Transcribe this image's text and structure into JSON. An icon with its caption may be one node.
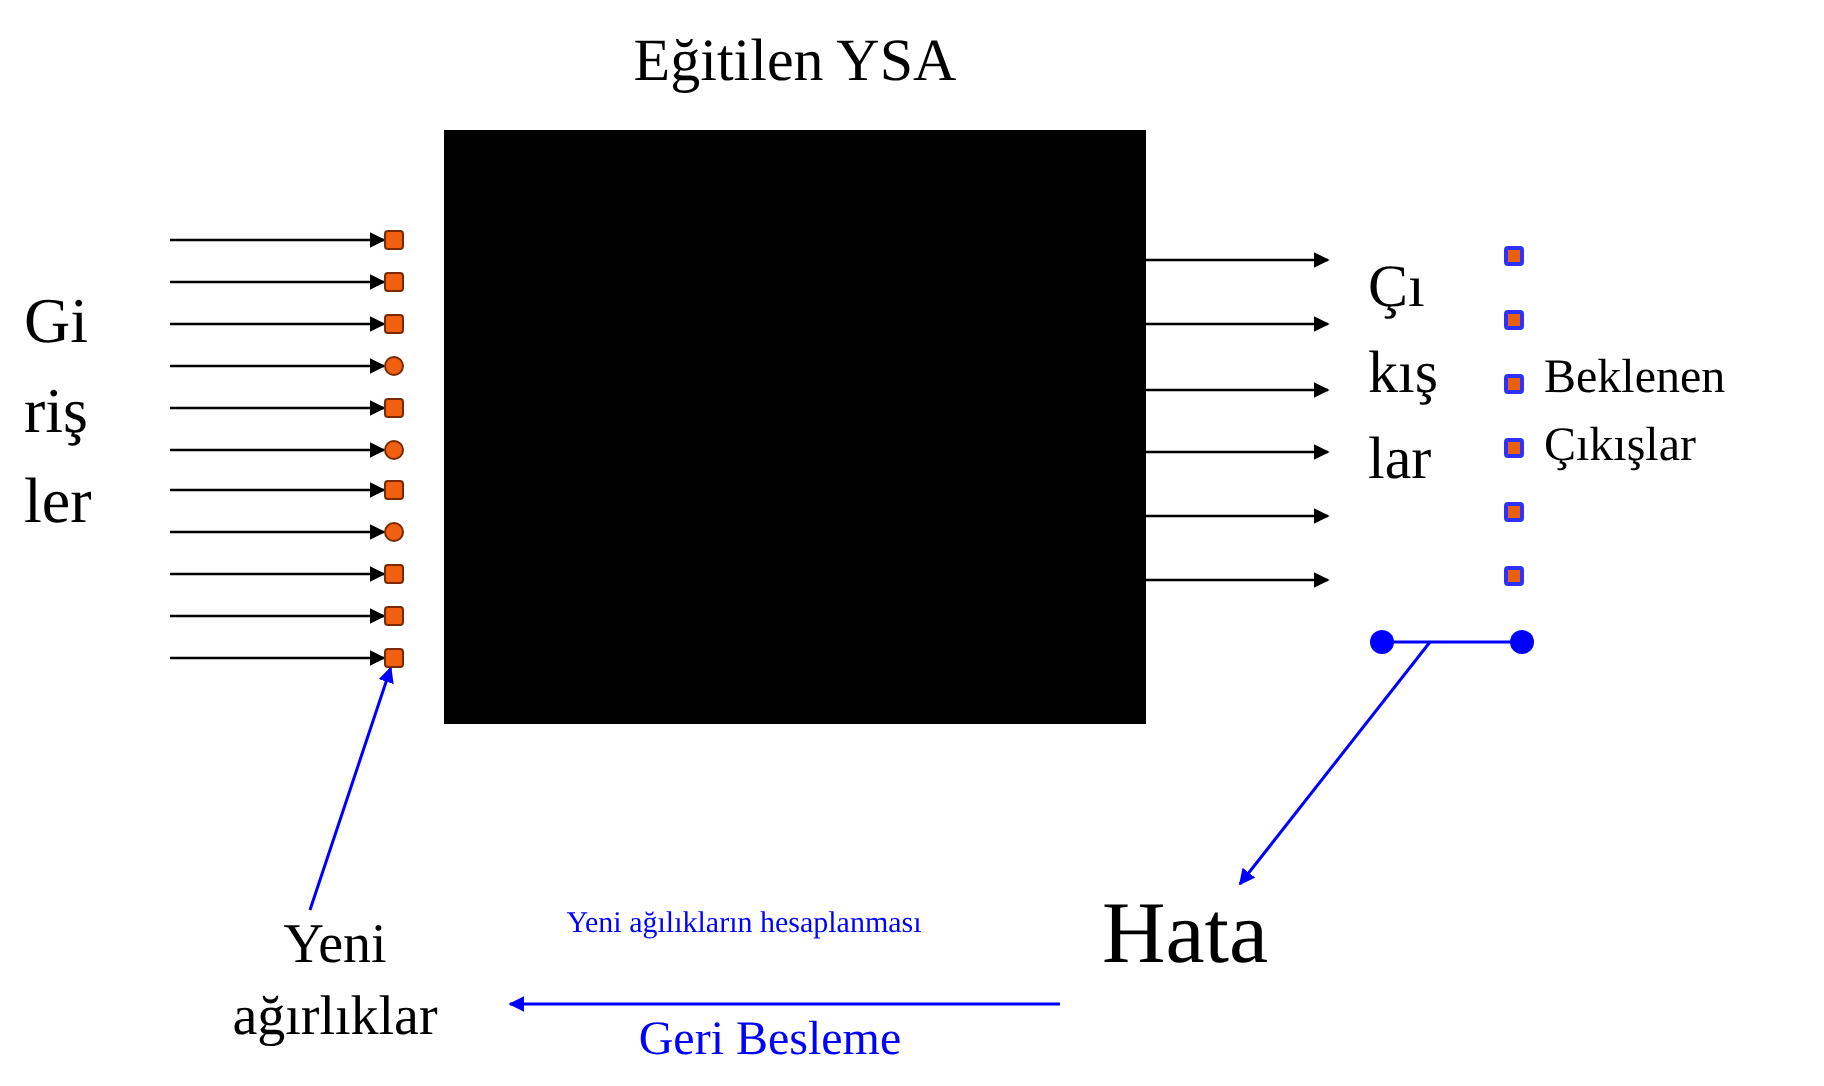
{
  "diagram": {
    "nodes": [
      {
        "text": [
          "Eğitilen YSA"
        ]
      },
      {
        "text": [],
        "shape": "box"
      },
      {
        "text": [],
        "shape": "box"
      },
      {
        "text": [],
        "shape": "box"
      },
      {
        "text": [],
        "shape": "circle"
      },
      {
        "text": [],
        "shape": "box"
      },
      {
        "text": [],
        "shape": "circle"
      },
      {
        "text": [],
        "shape": "box"
      },
      {
        "text": [],
        "shape": "circle"
      },
      {
        "text": [],
        "shape": "box"
      },
      {
        "text": [],
        "shape": "box"
      },
      {
        "text": [],
        "shape": "box"
      },
      {
        "text": [],
        "shape": "box"
      },
      {
        "text": [],
        "shape": "box"
      },
      {
        "text": [],
        "shape": "box"
      },
      {
        "text": [],
        "shape": "box"
      },
      {
        "text": [],
        "shape": "box"
      },
      {
        "text": [],
        "shape": "box"
      },
      {
        "text": [],
        "shape": "circle"
      },
      {
        "text": [],
        "shape": "circle"
      },
      {
        "text": [
          "Hata"
        ]
      },
      {
        "text": [
          "Yeni ağırlıklar"
        ]
      }
    ],
    "edges": [
      {
        "from": null,
        "to": 1,
        "arrow": "to"
      },
      {
        "from": null,
        "to": 2,
        "arrow": "to"
      },
      {
        "from": null,
        "to": 3,
        "arrow": "to"
      },
      {
        "from": null,
        "to": 4,
        "arrow": "to"
      },
      {
        "from": null,
        "to": 5,
        "arrow": "to"
      },
      {
        "from": null,
        "to": 6,
        "arrow": "to"
      },
      {
        "from": null,
        "to": 7,
        "arrow": "to"
      },
      {
        "from": null,
        "to": 8,
        "arrow": "to"
      },
      {
        "from": null,
        "to": 9,
        "arrow": "to"
      },
      {
        "from": null,
        "to": 10,
        "arrow": "to"
      },
      {
        "from": null,
        "to": 11,
        "arrow": "to"
      },
      {
        "from": 0,
        "to": null,
        "arrow": "to"
      },
      {
        "from": 0,
        "to": null,
        "arrow": "to"
      },
      {
        "from": 0,
        "to": null,
        "arrow": "to"
      },
      {
        "from": 0,
        "to": null,
        "arrow": "to"
      },
      {
        "from": 0,
        "to": null,
        "arrow": "to"
      },
      {
        "from": 0,
        "to": null,
        "arrow": "to"
      },
      {
        "from": 18,
        "to": 19,
        "arrow": "none",
        "color": "#0000ff"
      },
      {
        "from": null,
        "to": 20,
        "arrow": "to",
        "color": "#0000ff"
      },
      {
        "from": 20,
        "to": 21,
        "arrow": "to",
        "label": "Geri Besleme",
        "color": "#0000ff"
      },
      {
        "from": 21,
        "to": 11,
        "arrow": "to",
        "color": "#0000ff"
      }
    ],
    "labels": [
      "Gi riş ler",
      "Çı kış lar",
      "Beklenen Çıkışlar",
      "Yeni ağılıkların hesaplanması"
    ]
  }
}
